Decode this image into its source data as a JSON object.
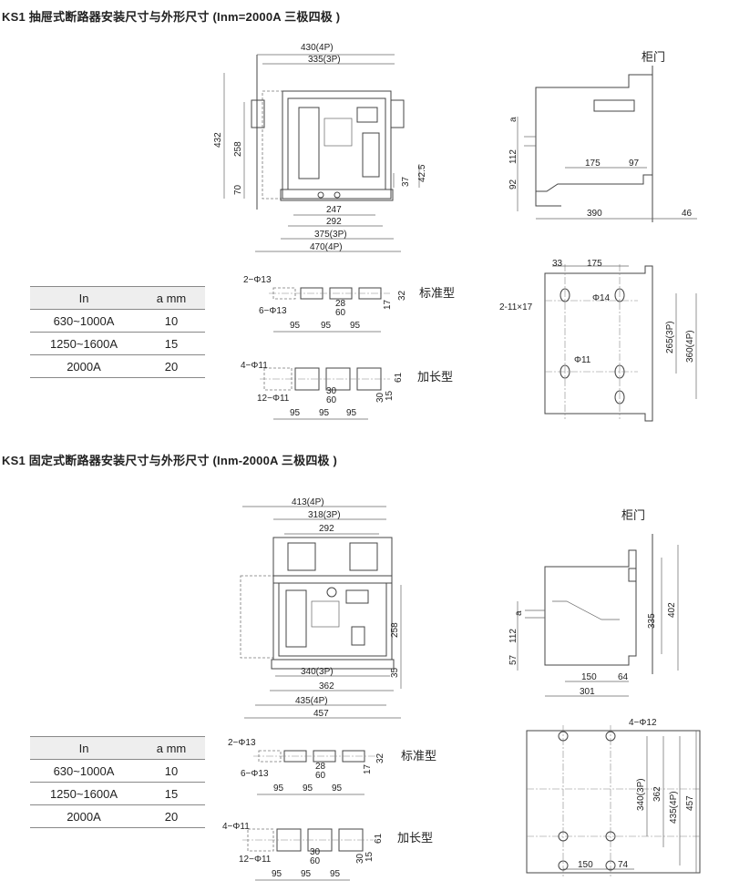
{
  "section1": {
    "title": "KS1 抽屉式断路器安装尺寸与外形尺寸 (Inm=2000A 三极四极 )",
    "table": {
      "headers": [
        "In",
        "a mm"
      ],
      "rows": [
        [
          "630~1000A",
          "10"
        ],
        [
          "1250~1600A",
          "15"
        ],
        [
          "2000A",
          "20"
        ]
      ]
    },
    "front_view_dims": [
      "430(4P)",
      "335(3P)",
      "432",
      "258",
      "70",
      "37",
      "42.5",
      "247",
      "292",
      "375(3P)",
      "470(4P)"
    ],
    "side_view_dims": [
      "柜门",
      "a",
      "112",
      "92",
      "175",
      "97",
      "390",
      "46"
    ],
    "terminal_standard": {
      "label": "标准型",
      "dims": [
        "2−Φ13",
        "6−Φ13",
        "28",
        "60",
        "32",
        "17",
        "95",
        "95",
        "95"
      ]
    },
    "terminal_extended": {
      "label": "加长型",
      "dims": [
        "4−Φ11",
        "12−Φ11",
        "30",
        "60",
        "61",
        "30",
        "15",
        "95",
        "95",
        "95"
      ]
    },
    "mount_dims": [
      "33",
      "175",
      "2-11×17",
      "Φ14",
      "Φ11",
      "265(3P)",
      "360(4P)"
    ]
  },
  "section2": {
    "title": "KS1 固定式断路器安装尺寸与外形尺寸 (Inm-2000A 三极四极 )",
    "table": {
      "headers": [
        "In",
        "a mm"
      ],
      "rows": [
        [
          "630~1000A",
          "10"
        ],
        [
          "1250~1600A",
          "15"
        ],
        [
          "2000A",
          "20"
        ]
      ]
    },
    "front_view_dims": [
      "413(4P)",
      "318(3P)",
      "292",
      "258",
      "35",
      "340(3P)",
      "362",
      "435(4P)",
      "457"
    ],
    "side_view_dims": [
      "柜门",
      "335",
      "402",
      "a",
      "112",
      "57",
      "150",
      "64",
      "301"
    ],
    "terminal_standard": {
      "label": "标准型",
      "dims": [
        "2−Φ13",
        "6−Φ13",
        "28",
        "60",
        "32",
        "17",
        "95",
        "95",
        "95"
      ]
    },
    "terminal_extended": {
      "label": "加长型",
      "dims": [
        "4−Φ11",
        "12−Φ11",
        "30",
        "60",
        "61",
        "30",
        "15",
        "95",
        "95",
        "95"
      ]
    },
    "mount_dims": [
      "4−Φ12",
      "340(3P)",
      "362",
      "435(4P)",
      "457",
      "150",
      "74"
    ]
  }
}
